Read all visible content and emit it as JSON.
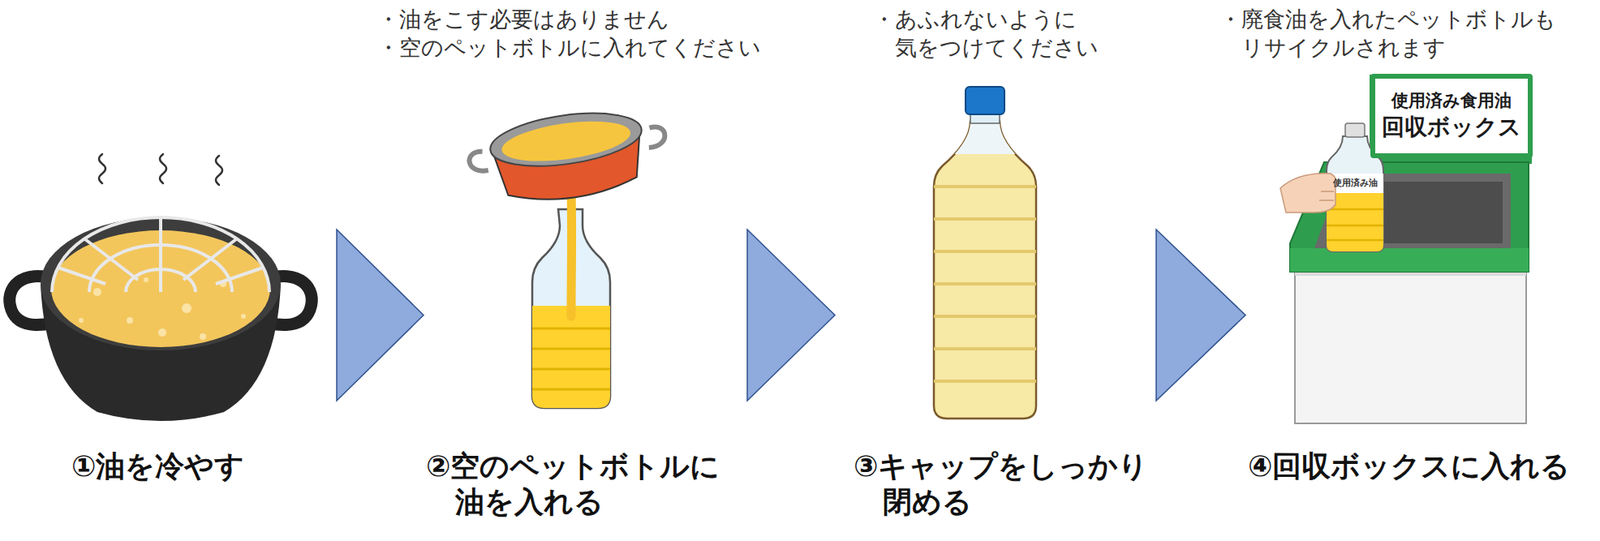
{
  "diagram": {
    "nodes": [
      {
        "text": [
          "①油を冷やす"
        ]
      },
      {
        "text": [
          "・油をこす必要はありません",
          "・空のペットボトルに入れてください",
          "②空のペットボトルに 油を入れる"
        ]
      },
      {
        "text": [
          "・あふれないように 気をつけてください",
          "③キャップをしっかり 閉める"
        ]
      },
      {
        "text": [
          "・廃食油を入れたペットボトルも リサイクルされます",
          "④回収ボックスに入れる"
        ]
      },
      {
        "text": [
          "使用済み食用油",
          "回収ボックス"
        ],
        "in": 3
      }
    ],
    "edges": [
      {
        "from": 0,
        "to": 1,
        "arrow": "to"
      },
      {
        "from": 1,
        "to": 2,
        "arrow": "to"
      },
      {
        "from": 2,
        "to": 3,
        "arrow": "to"
      }
    ],
    "labels": [
      "使用済み油"
    ]
  }
}
